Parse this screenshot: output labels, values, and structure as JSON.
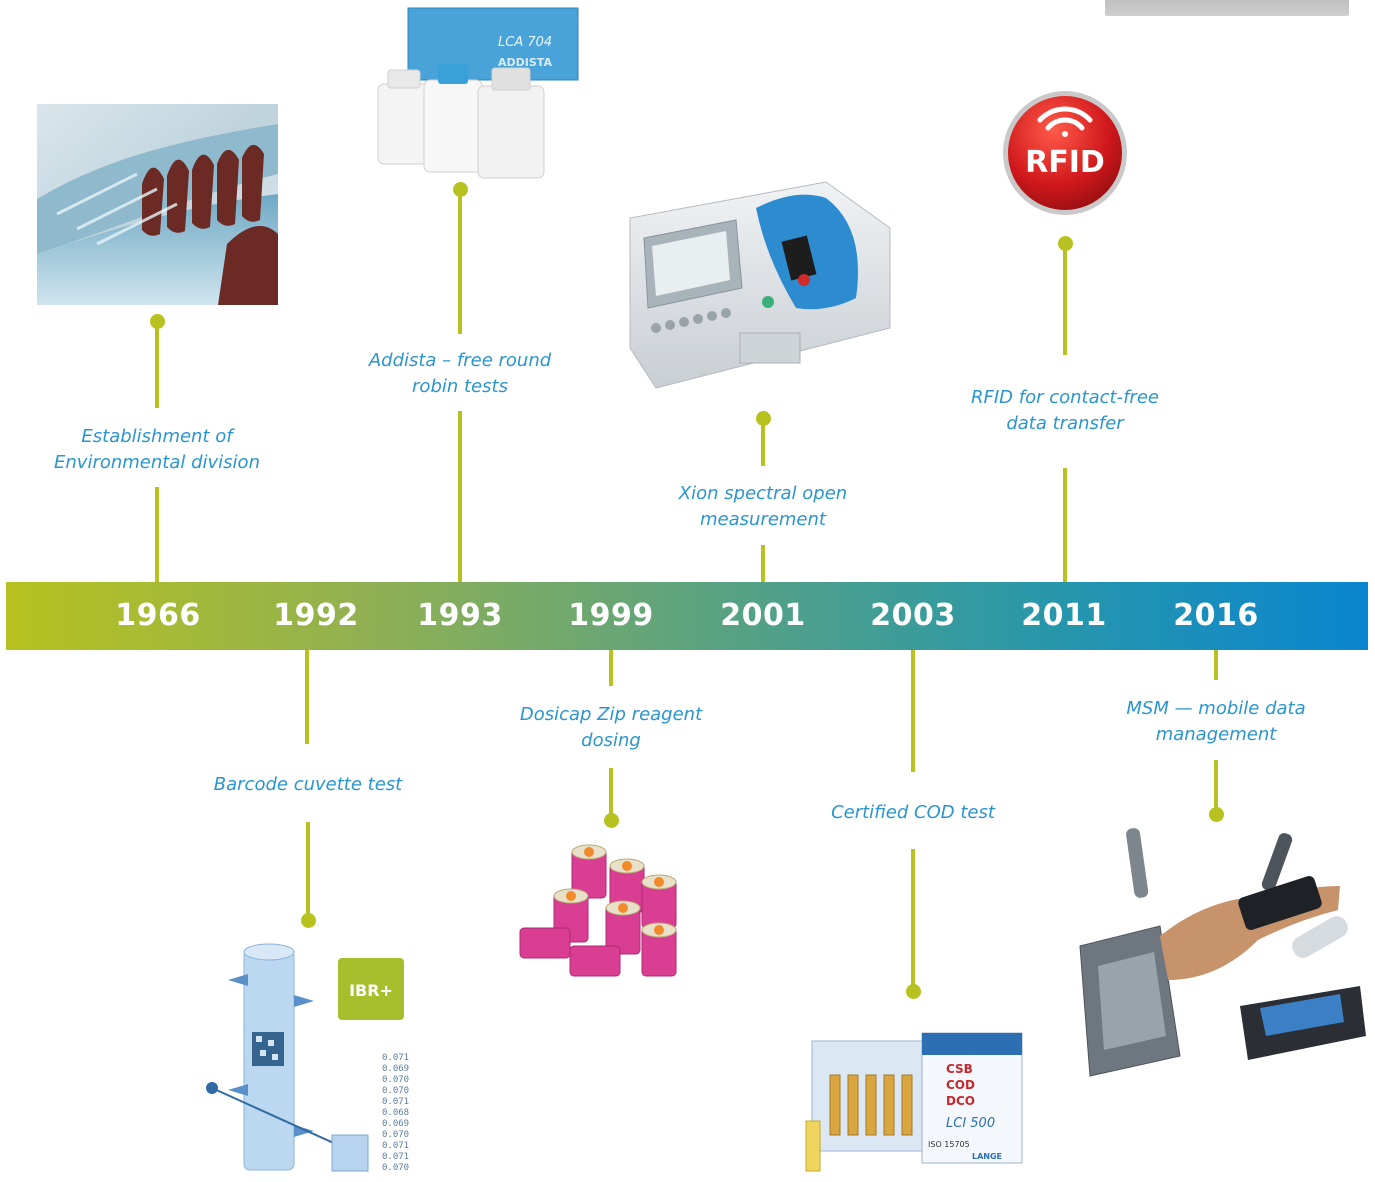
{
  "milestones": [
    {
      "year": "1966",
      "label_line1": "Establishment of",
      "label_line2": "Environmental division",
      "image": "water-weir-photo"
    },
    {
      "year": "1992",
      "label_line1": "Barcode cuvette test",
      "label_line2": "",
      "image": "barcode-cuvette-illustration"
    },
    {
      "year": "1993",
      "label_line1": "Addista – free round",
      "label_line2": "robin tests",
      "image": "addista-reagent-kit"
    },
    {
      "year": "1999",
      "label_line1": "Dosicap Zip reagent",
      "label_line2": "dosing",
      "image": "dosicap-zip-caps"
    },
    {
      "year": "2001",
      "label_line1": "Xion spectral open",
      "label_line2": "measurement",
      "image": "spectrophotometer"
    },
    {
      "year": "2003",
      "label_line1": "Certified COD test",
      "label_line2": "",
      "image": "cod-cuvette-test-kit"
    },
    {
      "year": "2011",
      "label_line1": "RFID for contact-free",
      "label_line2": "data transfer",
      "image": "rfid-button"
    },
    {
      "year": "2016",
      "label_line1": "MSM — mobile data",
      "label_line2": "management",
      "image": "mobile-data-devices"
    }
  ],
  "images": {
    "addista_box_text": "LCA 704",
    "addista_brand": "ADDISTA",
    "rfid_text": "RFID",
    "ibr_badge": "IBR+",
    "cod_box_lines": [
      "CSB",
      "COD",
      "DCO",
      "LCI 500"
    ],
    "cod_iso": "ISO 15705",
    "cod_brand": "LANGE",
    "barcode_values": [
      "0.071",
      "0.069",
      "0.070",
      "0.070",
      "0.071",
      "0.068",
      "0.069",
      "0.070",
      "0.071",
      "0.071",
      "0.070"
    ]
  },
  "colors": {
    "accent_green": "#b7c11f",
    "label_blue": "#2a95cf",
    "bar_start": "#b6c21f",
    "bar_end": "#0a85cf"
  }
}
